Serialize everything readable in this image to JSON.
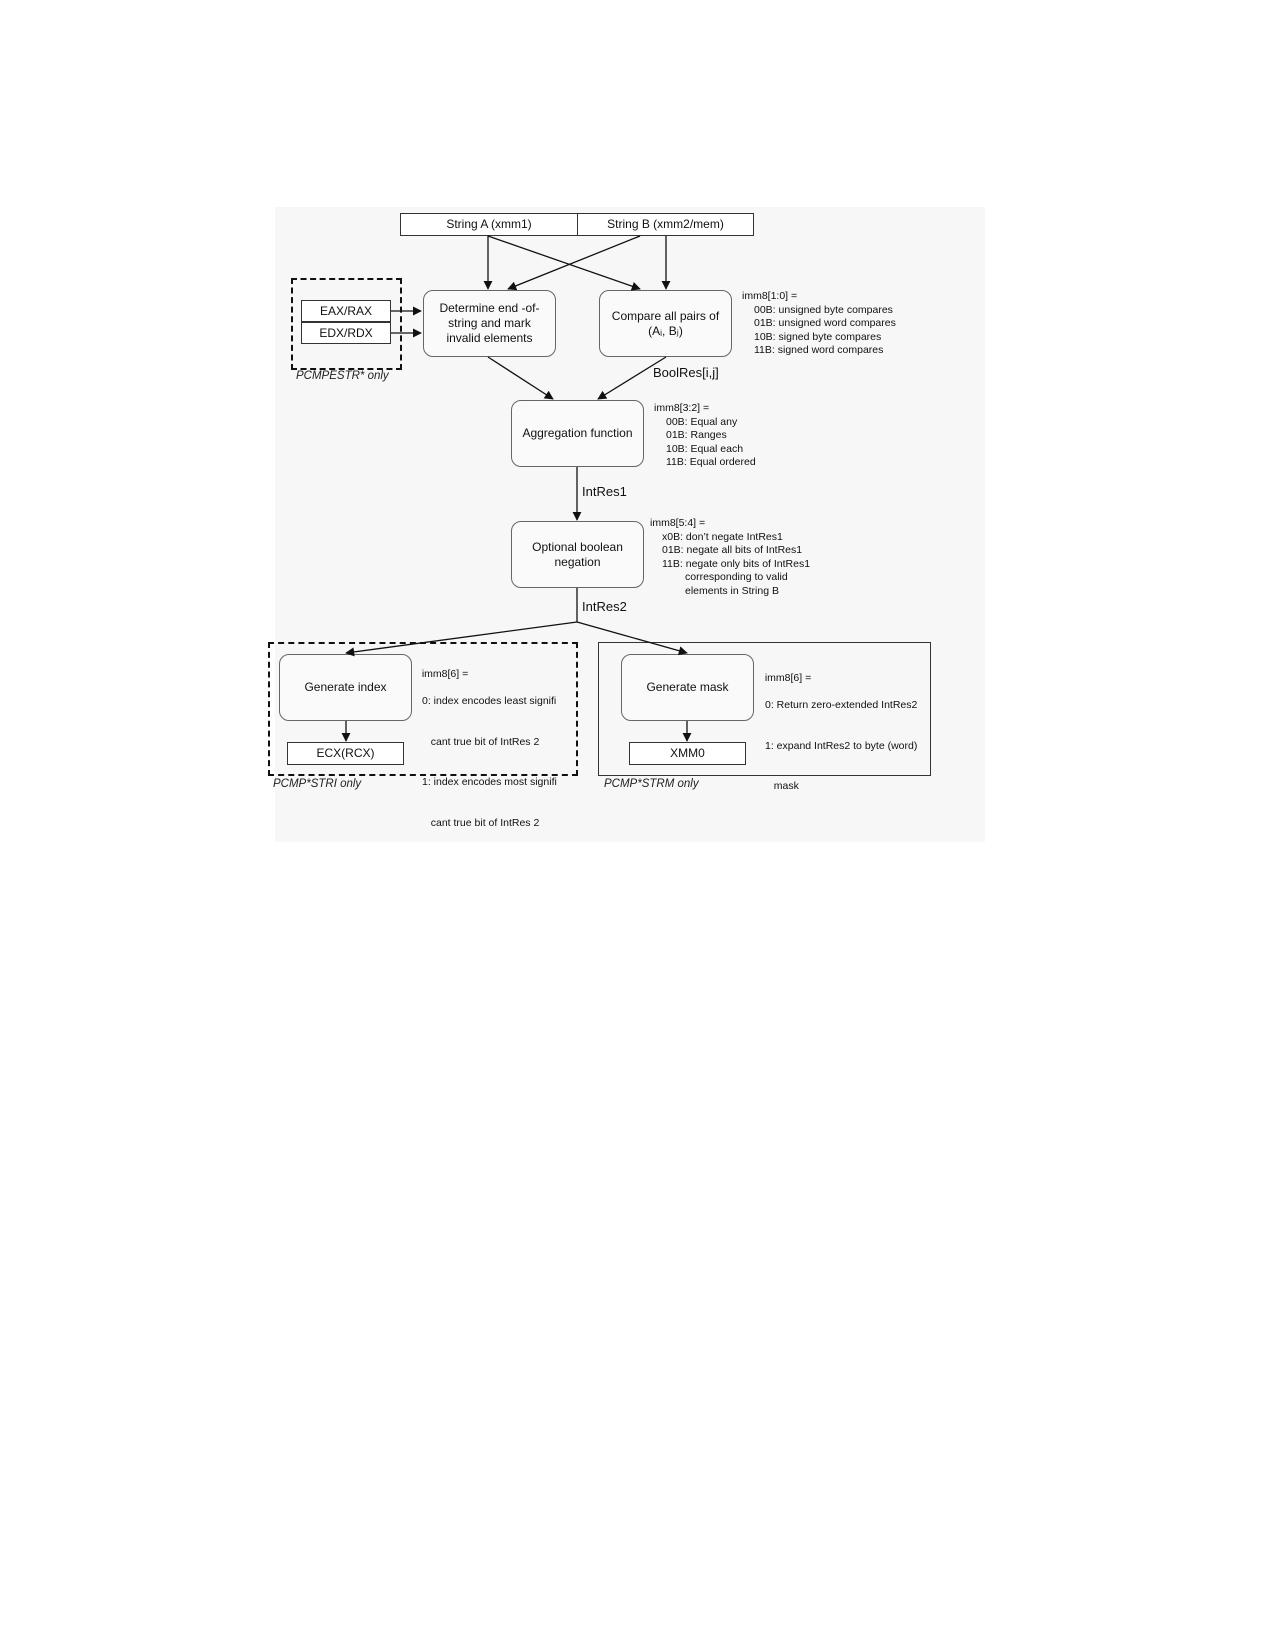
{
  "inputs": {
    "string_a": "String A (xmm1)",
    "string_b": "String B (xmm2/mem)"
  },
  "registers_in": {
    "eax": "EAX/RAX",
    "edx": "EDX/RDX",
    "caption": "PCMPESTR* only"
  },
  "nodes": {
    "end_of_string": "Determine end -of-string and mark invalid elements",
    "compare_pairs": "Compare all pairs of (Aᵢ, Bⱼ)",
    "aggregation": "Aggregation function",
    "negation": "Optional boolean negation",
    "gen_index": "Generate index",
    "gen_mask": "Generate mask"
  },
  "outputs": {
    "ecx": "ECX(RCX)",
    "xmm0": "XMM0"
  },
  "edge_labels": {
    "boolres": "BoolRes[i,j]",
    "intres1": "IntRes1",
    "intres2": "IntRes2"
  },
  "notes": {
    "imm8_10": {
      "title": "imm8[1:0] =",
      "lines": [
        "00B: unsigned byte compares",
        "01B: unsigned word compares",
        "10B: signed byte compares",
        "11B: signed word compares"
      ]
    },
    "imm8_32": {
      "title": "imm8[3:2] =",
      "lines": [
        "00B: Equal any",
        "01B: Ranges",
        "10B: Equal each",
        "11B: Equal ordered"
      ]
    },
    "imm8_54": {
      "title": "imm8[5:4] =",
      "lines": [
        "x0B: don’t negate IntRes1",
        "01B: negate all bits of IntRes1",
        "11B: negate only bits of IntRes1"
      ],
      "continuation": [
        "corresponding to valid",
        "elements in String B"
      ]
    },
    "imm8_6_index": {
      "title": "imm8[6] =",
      "lines": [
        "0: index encodes least signifi",
        "   cant true bit of IntRes 2",
        "1: index encodes most signifi",
        "   cant true bit of IntRes 2"
      ]
    },
    "imm8_6_mask": {
      "title": "imm8[6] =",
      "lines": [
        "0: Return zero-extended IntRes2",
        "1: expand IntRes2 to byte (word)",
        "   mask"
      ]
    }
  },
  "captions": {
    "stri": "PCMP*STRI only",
    "strm": "PCMP*STRM only"
  }
}
